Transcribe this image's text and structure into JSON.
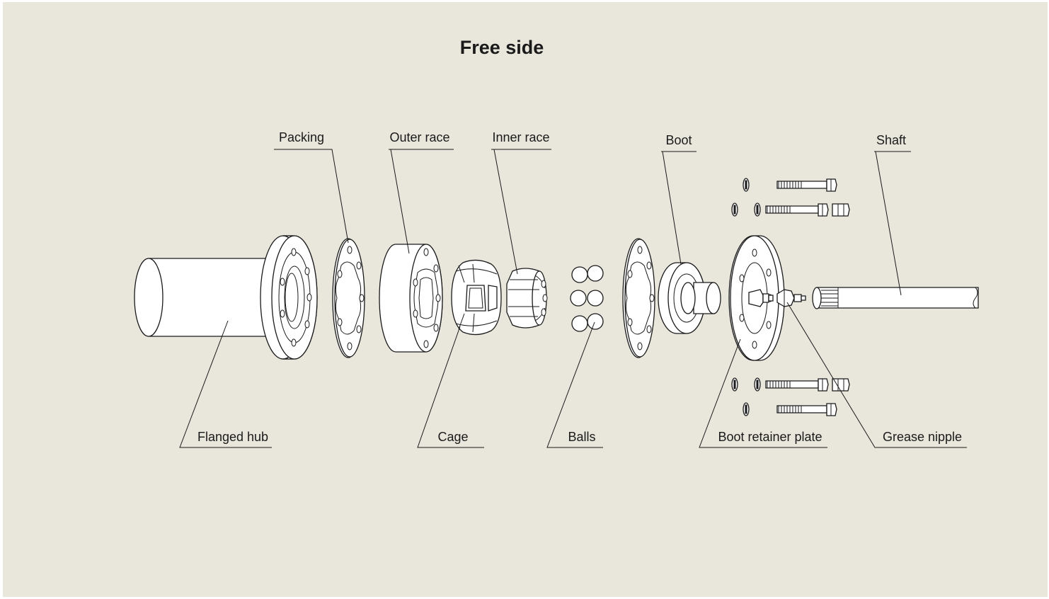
{
  "title": "Free side",
  "labels": {
    "packing": "Packing",
    "outer_race": "Outer race",
    "inner_race": "Inner race",
    "boot": "Boot",
    "shaft": "Shaft",
    "flanged_hub": "Flanged hub",
    "cage": "Cage",
    "balls": "Balls",
    "boot_retainer_plate": "Boot retainer plate",
    "grease_nipple": "Grease nipple"
  },
  "colors": {
    "background": "#e9e6dc",
    "line": "#1a1a1a",
    "part_fill": "#ffffff"
  }
}
